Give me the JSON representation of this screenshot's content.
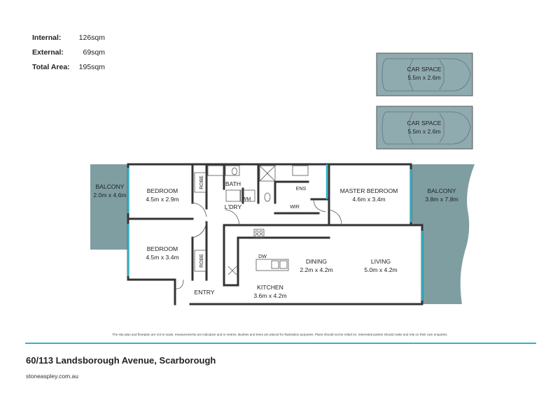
{
  "areas": [
    {
      "label": "Internal:",
      "value": "126sqm"
    },
    {
      "label": "External:",
      "value": "69sqm"
    },
    {
      "label": "Total Area:",
      "value": "195sqm"
    }
  ],
  "car_spaces": [
    {
      "name": "CAR SPACE",
      "dims": "5.5m x 2.6m"
    },
    {
      "name": "CAR SPACE",
      "dims": "5.5m x 2.6m"
    }
  ],
  "rooms": {
    "balcony_left": {
      "name": "BALCONY",
      "dims": "2.0m x 4.6m"
    },
    "bedroom_1": {
      "name": "BEDROOM",
      "dims": "4.5m x 2.9m"
    },
    "bedroom_2": {
      "name": "BEDROOM",
      "dims": "4.5m x 3.4m"
    },
    "robe_1": "ROBE",
    "robe_2": "ROBE",
    "bath": "BATH",
    "laundry": "L'DRY",
    "wm": "WM",
    "ens": "ENS",
    "wir": "WIR",
    "master_bedroom": {
      "name": "MASTER BEDROOM",
      "dims": "4.6m x 3.4m"
    },
    "balcony_right": {
      "name": "BALCONY",
      "dims": "3.8m x 7.8m"
    },
    "dw": "DW",
    "dining": {
      "name": "DINING",
      "dims": "2.2m x 4.2m"
    },
    "living": {
      "name": "LIVING",
      "dims": "5.0m x 4.2m"
    },
    "kitchen": {
      "name": "KITCHEN",
      "dims": "3.6m x 4.2m"
    },
    "entry": "ENTRY"
  },
  "colors": {
    "balcony": "#7f9ea2",
    "car_space": "#8fabb0",
    "wall": "#333333",
    "accent": "#2fb3c9"
  },
  "disclaimer": "The site plan and floorplan are not to scale; measurements are indicative and in metres. Bushes and trees are placed for illustration purposes. Plans should not be relied on. Interested parties should make and rely on their own enquiries.",
  "address": "60/113 Landsborough Avenue, Scarborough",
  "website": "stoneaspley.com.au"
}
